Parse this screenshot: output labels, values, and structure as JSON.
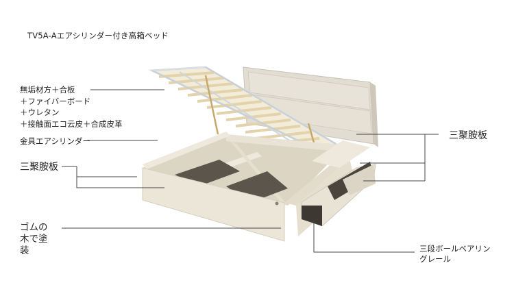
{
  "title": "TV5A-Aエアシリンダー付き高箱ベッド",
  "labels": {
    "material_1": "無垢材方＋合板",
    "material_2": "＋ファイバーボード",
    "material_3": "＋ウレタン",
    "material_4": "＋接触面エコ云皮＋合成皮革",
    "cylinder": "金具エアシリンダー",
    "plywood_left": "三聚胺板",
    "plywood_right": "三聚胺板",
    "rubber_1": "ゴムの",
    "rubber_2": "木で塗",
    "rubber_3": "装",
    "rail_1": "三段ボールベアリン",
    "rail_2": "グレール"
  },
  "colors": {
    "panel_light": "#ece6d9",
    "panel_mid": "#ddd5c4",
    "panel_dark": "#5c554c",
    "headboard": "#e2ddd2",
    "slats": "#efe3c4",
    "frame": "#dfe5ea",
    "leader": "#444444"
  }
}
